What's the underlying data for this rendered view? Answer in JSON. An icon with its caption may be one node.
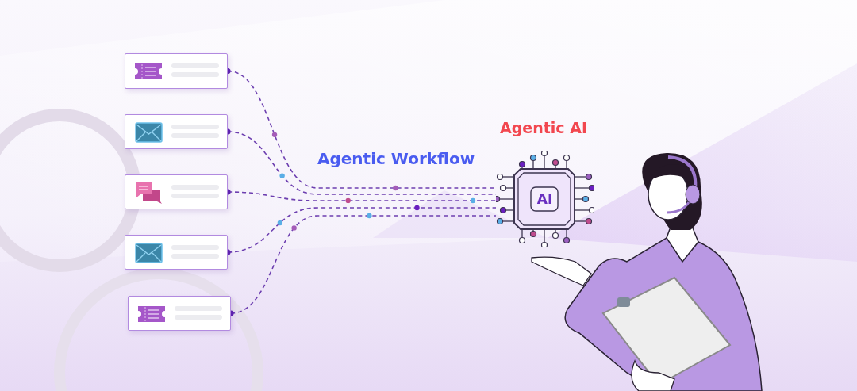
{
  "diagram": {
    "nodes": [
      {
        "text": [],
        "shape": "box"
      },
      {
        "text": [],
        "shape": "box"
      },
      {
        "text": [],
        "shape": "box"
      },
      {
        "text": [],
        "shape": "box"
      },
      {
        "text": [],
        "shape": "box"
      },
      {
        "text": [
          "AI"
        ],
        "beside": [
          "Agentic AI"
        ]
      }
    ],
    "edges": [
      {
        "from": 0,
        "to": 5,
        "arrow": "none",
        "style": "dashed"
      },
      {
        "from": 1,
        "to": 5,
        "arrow": "none",
        "style": "dashed"
      },
      {
        "from": 2,
        "to": 5,
        "arrow": "none",
        "style": "dashed"
      },
      {
        "from": 3,
        "to": 5,
        "arrow": "none",
        "style": "dashed"
      },
      {
        "from": 4,
        "to": 5,
        "arrow": "none",
        "style": "dashed"
      }
    ],
    "labels": [
      "Agentic Workflow"
    ]
  }
}
